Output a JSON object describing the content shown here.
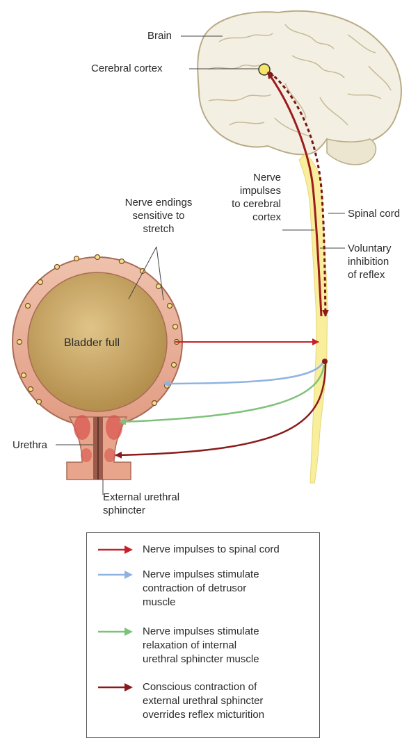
{
  "labels": {
    "brain": "Brain",
    "cerebral_cortex": "Cerebral cortex",
    "nerve_endings": [
      "Nerve endings",
      "sensitive to",
      "stretch"
    ],
    "nerve_impulses_cortex": [
      "Nerve",
      "impulses",
      "to cerebral",
      "cortex"
    ],
    "spinal_cord": "Spinal cord",
    "voluntary_inhibition": [
      "Voluntary",
      "inhibition",
      "of reflex"
    ],
    "bladder_full": "Bladder full",
    "urethra": "Urethra",
    "external_sphincter": [
      "External urethral",
      "sphincter"
    ]
  },
  "legend": [
    {
      "color": "#c8202a",
      "text": [
        "Nerve impulses to spinal cord"
      ]
    },
    {
      "color": "#8fb3e0",
      "text": [
        "Nerve impulses stimulate",
        "contraction of detrusor",
        "muscle"
      ]
    },
    {
      "color": "#7ec27a",
      "text": [
        "Nerve impulses stimulate",
        "relaxation of internal",
        "urethral sphincter muscle"
      ]
    },
    {
      "color": "#8b1a1a",
      "text": [
        "Conscious contraction of",
        "external urethral sphincter",
        "overrides reflex micturition"
      ]
    }
  ],
  "colors": {
    "brain_fill": "#f3efe2",
    "brain_line": "#b9ab86",
    "spinal_cord": "#f8ee9c",
    "bladder_wall": "#e8a58b",
    "bladder_inner": "#c9a45f",
    "red_arrow": "#c8202a",
    "blue_arrow": "#8fb3e0",
    "green_arrow": "#7ec27a",
    "dark_red_arrow": "#8b1a1a"
  }
}
